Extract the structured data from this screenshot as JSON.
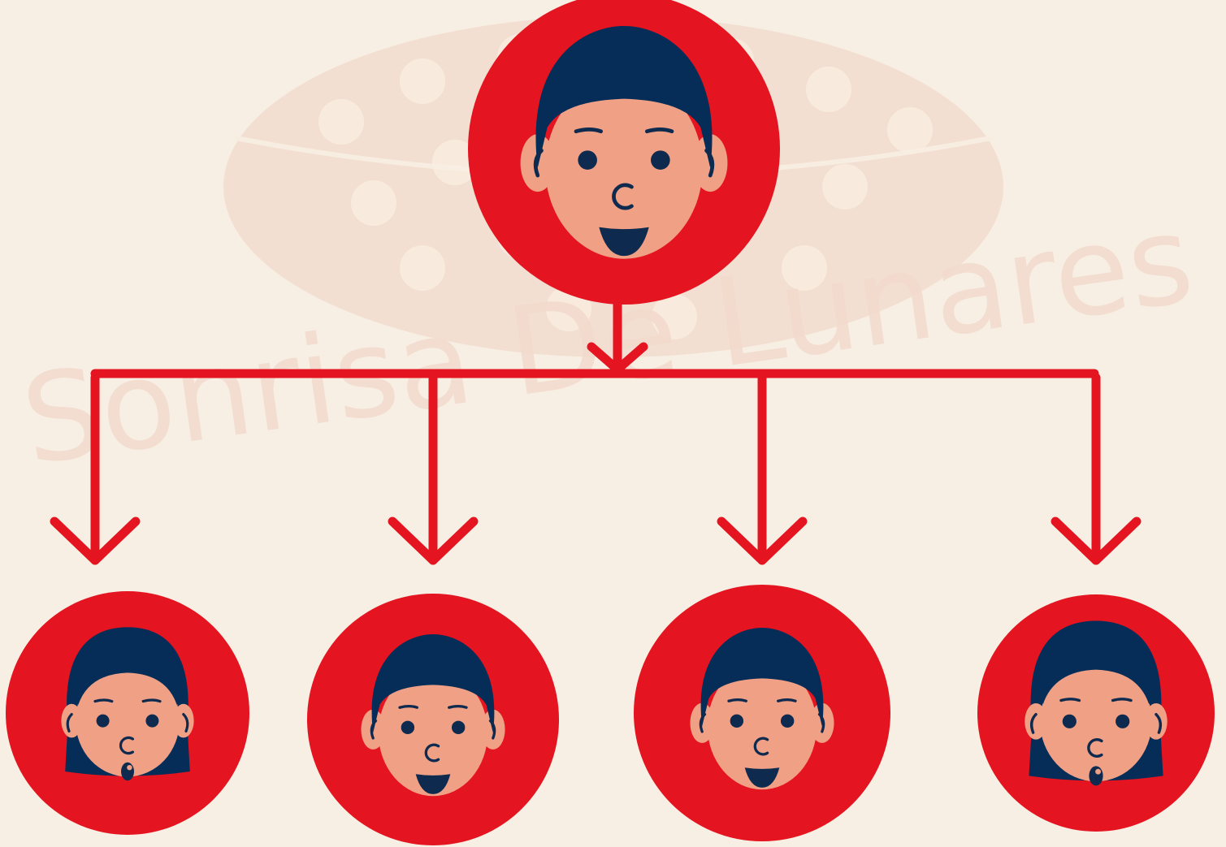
{
  "watermark": {
    "text": "Sonrisa De Lunares",
    "color": "#f2d9cc",
    "dot_color": "#f8ede1"
  },
  "colors": {
    "background": "#f7efe3",
    "node_fill": "#e41420",
    "connector": "#e41420",
    "skin": "#f0a085",
    "hair": "#062d58",
    "feature": "#0e2b4f"
  },
  "root": {
    "name": "parent",
    "icon": "boy-face-icon",
    "expression": "smile"
  },
  "children": [
    {
      "name": "child-1",
      "icon": "girl-face-icon",
      "expression": "surprised"
    },
    {
      "name": "child-2",
      "icon": "boy-face-icon",
      "expression": "smile"
    },
    {
      "name": "child-3",
      "icon": "boy-face-icon",
      "expression": "smile"
    },
    {
      "name": "child-4",
      "icon": "girl-face-icon",
      "expression": "surprised"
    }
  ]
}
